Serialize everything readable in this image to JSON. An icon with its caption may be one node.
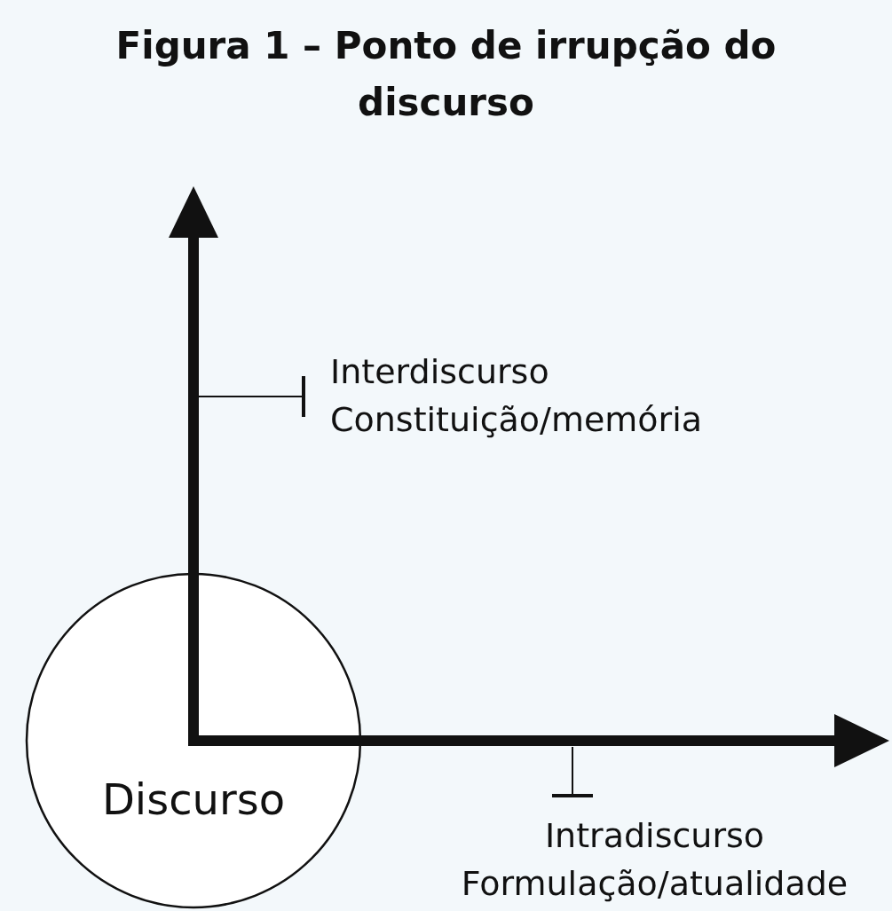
{
  "diagram": {
    "title": "Figura 1 – Ponto de irrupção do discurso",
    "nodes": [
      {
        "text": [
          "Discurso"
        ]
      },
      {
        "text": [
          "Interdiscurso",
          "Constituição/memória"
        ]
      },
      {
        "text": [
          "Intradiscurso",
          "Formulação/atualidade"
        ]
      }
    ],
    "edges": [
      {
        "from": 1,
        "to": null,
        "arrow": "other"
      },
      {
        "from": 2,
        "to": null,
        "arrow": "other"
      }
    ]
  }
}
